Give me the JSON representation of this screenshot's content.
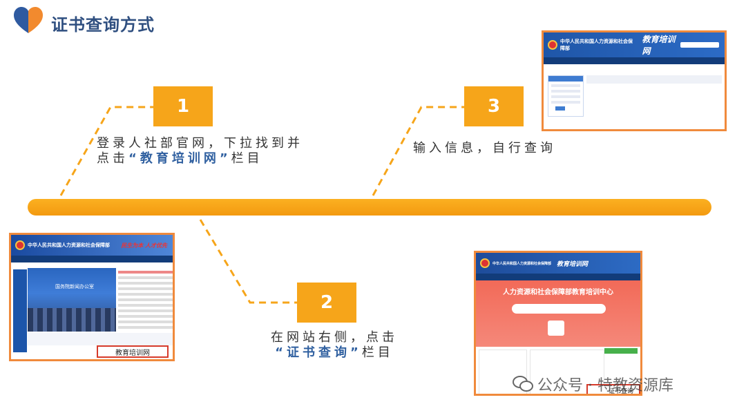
{
  "header": {
    "title": "证书查询方式"
  },
  "steps": [
    {
      "number": "1",
      "line1": "登录人社部官网，下拉找到并",
      "line2_pre": "点击",
      "line2_highlight": "“教育培训网”",
      "line2_post": "栏目"
    },
    {
      "number": "2",
      "line1": "在网站右侧，点击",
      "line2_highlight": "“证书查询”",
      "line2_post": "栏目"
    },
    {
      "number": "3",
      "line1": "输入信息，自行查询"
    }
  ],
  "screenshots": {
    "left": {
      "site_name": "中华人民共和国人力资源和社会保障部",
      "slogan": "民生为本 人才优先",
      "photo_caption": "国务院新闻办公室",
      "highlight_label": "教育培训网"
    },
    "top": {
      "site_name": "中华人民共和国人力资源和社会保障部",
      "brand": "教育培训网"
    },
    "bottom": {
      "site_name": "中华人民共和国人力资源和社会保障部",
      "brand": "教育培训网",
      "banner_title": "人力资源和社会保障部教育培训中心",
      "highlight_label": "证书查询"
    }
  },
  "watermark": {
    "text": "公众号 · 特教资源库"
  },
  "colors": {
    "accent": "#f6a51a",
    "title": "#2f4f80",
    "highlight_text": "#3060a0",
    "frame": "#f08a3c"
  }
}
